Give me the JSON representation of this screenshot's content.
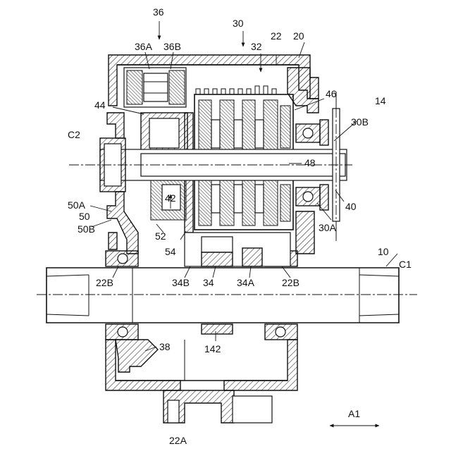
{
  "labels": {
    "l36": "36",
    "l36A": "36A",
    "l36B": "36B",
    "l30": "30",
    "l22top": "22",
    "l20": "20",
    "l32": "32",
    "l46": "46",
    "l14": "14",
    "l44": "44",
    "lC2": "C2",
    "l30B": "30B",
    "l48": "48",
    "l42": "42",
    "l40": "40",
    "l50A": "50A",
    "l50": "50",
    "l50B": "50B",
    "l30A": "30A",
    "l52": "52",
    "l54": "54",
    "l10": "10",
    "lC1": "C1",
    "l22B_left": "22B",
    "l34B": "34B",
    "l34": "34",
    "l34A": "34A",
    "l22B_right": "22B",
    "l38": "38",
    "l142": "142",
    "l22A": "22A",
    "lA1": "A1"
  }
}
